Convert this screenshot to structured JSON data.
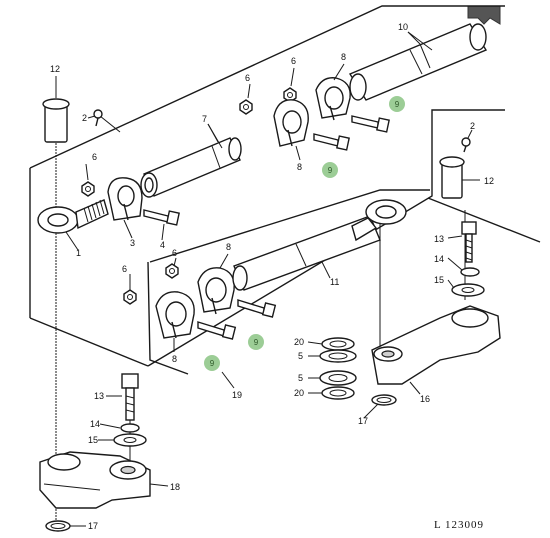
{
  "figure_id": "L 123009",
  "labels": {
    "p1": "1",
    "p2a": "2",
    "p2b": "2",
    "p3": "3",
    "p4": "4",
    "p5a": "5",
    "p5b": "5",
    "p6a": "6",
    "p6b": "6",
    "p6c": "6",
    "p6d": "6",
    "p6e": "6",
    "p7": "7",
    "p8a": "8",
    "p8b": "8",
    "p8c": "8",
    "p8d": "8",
    "p9a": "9",
    "p9b": "9",
    "p9c": "9",
    "p9d": "9",
    "p10": "10",
    "p11": "11",
    "p12a": "12",
    "p12b": "12",
    "p13a": "13",
    "p13b": "13",
    "p14a": "14",
    "p14b": "14",
    "p15a": "15",
    "p15b": "15",
    "p16": "16",
    "p17a": "17",
    "p17b": "17",
    "p18": "18",
    "p19": "19",
    "p20a": "20",
    "p20b": "20"
  },
  "colors": {
    "highlight": "#9ccd96",
    "line": "#1a1a1a",
    "corner_mark": "#555555"
  },
  "icons": {
    "corner": "arrow-corner-icon"
  }
}
